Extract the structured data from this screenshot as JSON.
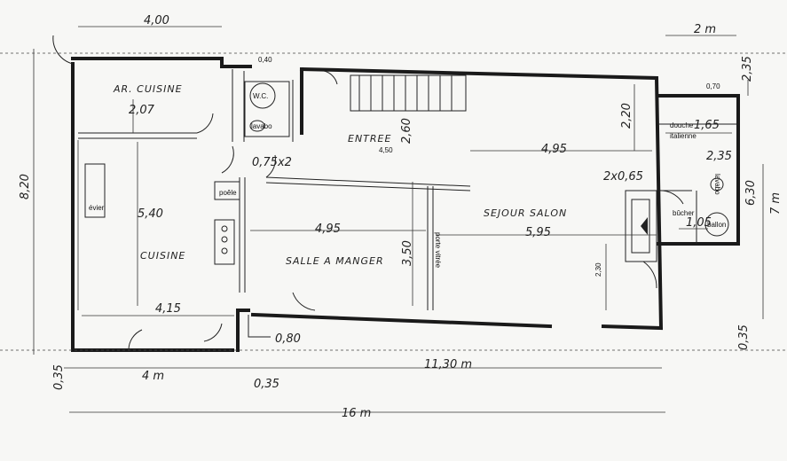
{
  "rooms": {
    "arr_cuisine": "AR. CUISINE",
    "cuisine": "CUISINE",
    "entree": "ENTREE",
    "salle_a_manger": "SALLE A MANGER",
    "sejour_salon": "SEJOUR SALON",
    "wc": "W.C.",
    "lavabo": "lavabo",
    "douche": "douche",
    "italienne": "italienne",
    "bucher": "bûcher",
    "ballon": "ballon",
    "poele": "poêle",
    "evier": "évier",
    "porte_vitree": "porte vitrée",
    "lavabo2": "lavabo"
  },
  "dimensions": {
    "top_width": "4,00",
    "top_right": "2 m",
    "small_040": "0,40",
    "h_2_35": "2,35",
    "h_0_70": "0,70",
    "arr_cuisine_depth": "2,07",
    "entree_2_60": "2,60",
    "entree_4_50": "4,50",
    "sejour_top": "4,95",
    "sejour_2_20": "2,20",
    "douche_1_65": "1,65",
    "douche_2_35": "2,35",
    "stair_075": "0,75x2",
    "fireplace": "2x0,65",
    "cuisine_5_40": "5,40",
    "sam_4_95": "4,95",
    "sam_3_50": "3,50",
    "salon_5_95": "5,95",
    "salon_2_30": "2,30",
    "bucher_1_05": "1,05",
    "right_6_30": "6,30",
    "right_7_m": "7 m",
    "left_8_20": "8,20",
    "cuisine_4_15": "4,15",
    "bottom_0_80": "0,80",
    "bottom_0_35_left": "0,35",
    "bottom_4_m": "4 m",
    "bottom_0_35_mid": "0,35",
    "bottom_11_30": "11,30 m",
    "bottom_0_35_right": "0,35",
    "total_16_m": "16 m"
  }
}
